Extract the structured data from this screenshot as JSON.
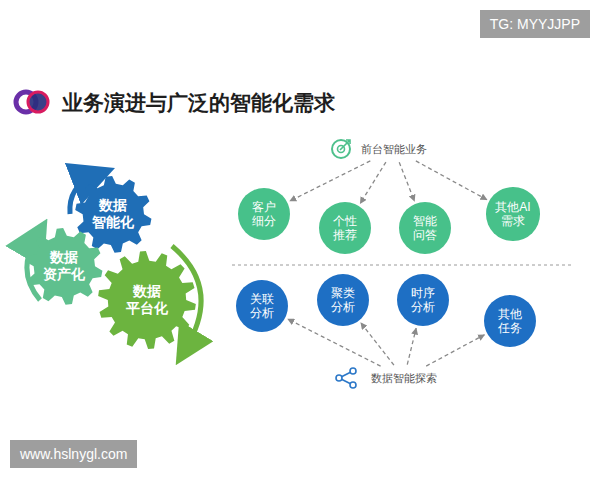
{
  "diagram": {
    "title": "业务演进与广泛的智能化需求",
    "nodes": [
      {
        "text": [
          "数据 智能化"
        ]
      },
      {
        "text": [
          "数据 资产化"
        ]
      },
      {
        "text": [
          "数据 平台化"
        ]
      },
      {
        "text": [
          "前台智能业务"
        ]
      },
      {
        "text": [
          "客户 细分"
        ]
      },
      {
        "text": [
          "个性 推荐"
        ]
      },
      {
        "text": [
          "智能 问答"
        ]
      },
      {
        "text": [
          "其他AI 需求"
        ]
      },
      {
        "text": [
          "关联 分析"
        ]
      },
      {
        "text": [
          "聚类 分析"
        ]
      },
      {
        "text": [
          "时序 分析"
        ]
      },
      {
        "text": [
          "其他 任务"
        ]
      },
      {
        "text": [
          "数据智能探索"
        ]
      }
    ],
    "edges": [
      {
        "from": 3,
        "to": 4,
        "arrow": "to"
      },
      {
        "from": 3,
        "to": 5,
        "arrow": "to"
      },
      {
        "from": 3,
        "to": 6,
        "arrow": "to"
      },
      {
        "from": 3,
        "to": 7,
        "arrow": "to"
      },
      {
        "from": 12,
        "to": 8,
        "arrow": "to"
      },
      {
        "from": 12,
        "to": 9,
        "arrow": "to"
      },
      {
        "from": 12,
        "to": 10,
        "arrow": "to"
      },
      {
        "from": 12,
        "to": 11,
        "arrow": "to"
      }
    ],
    "labels": [
      "TG: MYYJJPP",
      "www.hslnygl.com"
    ]
  }
}
